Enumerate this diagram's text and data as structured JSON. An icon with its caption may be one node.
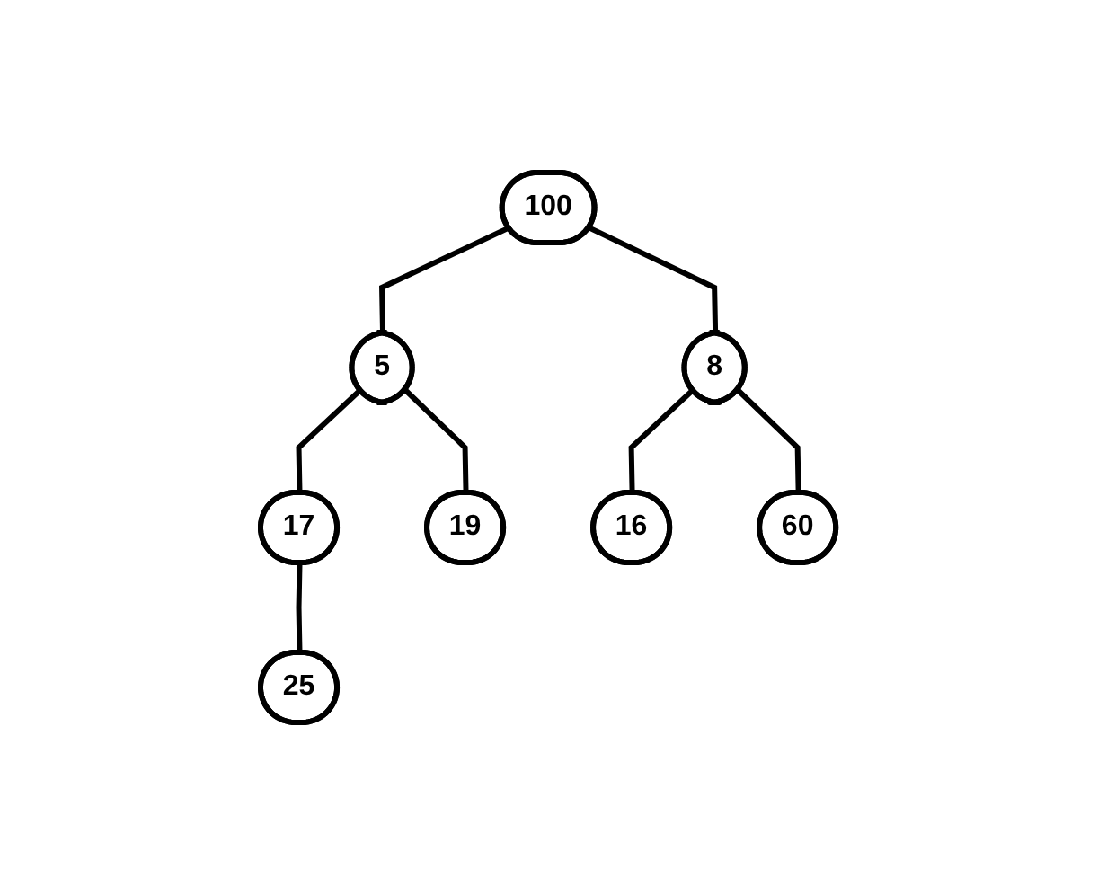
{
  "diagram": {
    "nodes": [
      {
        "text": [
          "100"
        ]
      },
      {
        "text": [
          "5"
        ]
      },
      {
        "text": [
          "8"
        ]
      },
      {
        "text": [
          "17"
        ]
      },
      {
        "text": [
          "19"
        ]
      },
      {
        "text": [
          "16"
        ]
      },
      {
        "text": [
          "60"
        ]
      },
      {
        "text": [
          "25"
        ]
      }
    ],
    "edges": [
      {
        "from": 0,
        "to": 1,
        "arrow": "none"
      },
      {
        "from": 0,
        "to": 2,
        "arrow": "none"
      },
      {
        "from": 1,
        "to": 3,
        "arrow": "none"
      },
      {
        "from": 1,
        "to": 4,
        "arrow": "none"
      },
      {
        "from": 2,
        "to": 5,
        "arrow": "none"
      },
      {
        "from": 2,
        "to": 6,
        "arrow": "none"
      },
      {
        "from": 3,
        "to": 7,
        "arrow": "none"
      }
    ]
  }
}
